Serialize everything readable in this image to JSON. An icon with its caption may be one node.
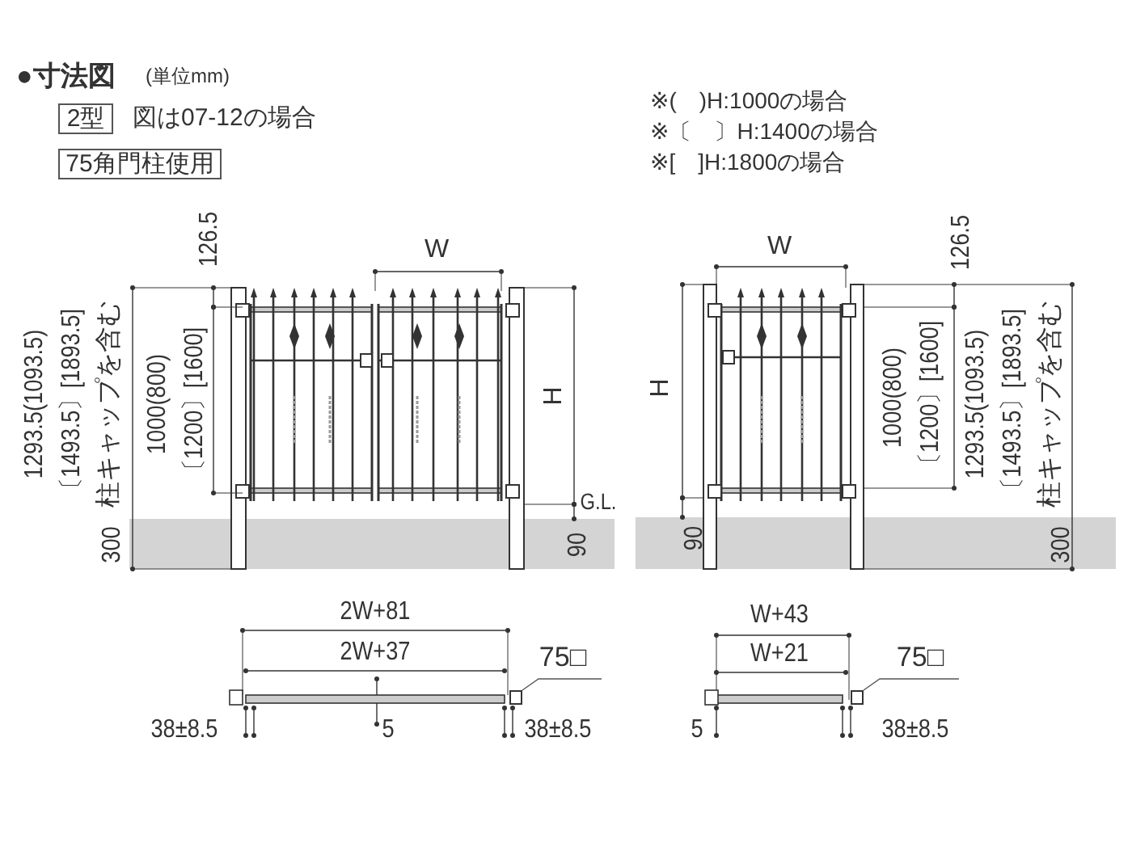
{
  "diagram": {
    "title": "●寸法図",
    "nodes": [
      {
        "text": [
          "2型"
        ],
        "beside": [
          "図は07-12の場合"
        ]
      },
      {
        "text": [
          "75角門柱使用"
        ]
      },
      {
        "text": [
          "75□"
        ]
      },
      {
        "text": [],
        "shape": "box"
      },
      {
        "text": [
          "75□"
        ]
      },
      {
        "text": [],
        "shape": "box"
      }
    ],
    "edges": [
      {
        "from": 2,
        "to": 3,
        "arrow": "none"
      },
      {
        "from": 4,
        "to": 5,
        "arrow": "none"
      }
    ],
    "labels": [
      "(単位mm)",
      "※(　)H:1000の場合",
      "※〔　〕H:1400の場合",
      "※[　]H:1800の場合",
      "126.5",
      "W",
      "1293.5(1093.5)",
      "〔1493.5〕[1893.5]",
      "柱キャップを含む",
      "1000(800)",
      "〔1200〕[1600]",
      "H",
      "G.L.",
      "300",
      "90",
      "W",
      "126.5",
      "H",
      "1000(800)",
      "〔1200〕[1600]",
      "1293.5(1093.5)",
      "〔1493.5〕[1893.5]",
      "柱キャップを含む",
      "90",
      "300",
      "2W+81",
      "2W+37",
      "38±8.5",
      "5",
      "38±8.5",
      "W+43",
      "W+21",
      "5",
      "38±8.5"
    ]
  }
}
